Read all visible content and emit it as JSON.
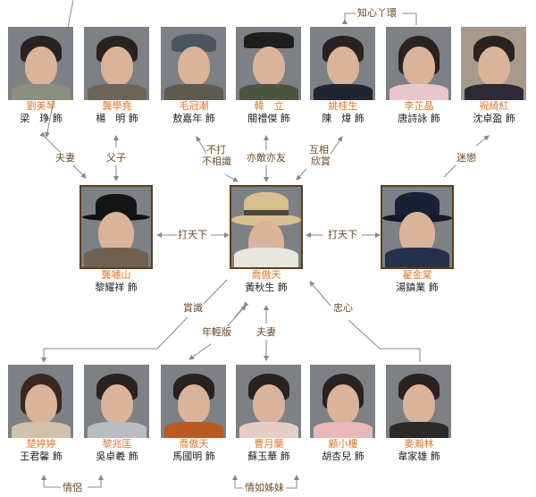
{
  "colors": {
    "role_name": "#e0762a",
    "actor_name": "#222222",
    "relation_label": "#6a4a2a",
    "arrow": "#888888",
    "frame": "#5a3e1b"
  },
  "suffix": "飾",
  "top_row": [
    {
      "role": "劉美琴",
      "actor": "梁　琤 飾"
    },
    {
      "role": "龔學堯",
      "actor": "楊　明 飾"
    },
    {
      "role": "毛冠潮",
      "actor": "敖嘉年 飾"
    },
    {
      "role": "韓　立",
      "actor": "關禮傑 飾"
    },
    {
      "role": "姚桂生",
      "actor": "陳　煒 飾"
    },
    {
      "role": "李芷晶",
      "actor": "唐詩詠 飾"
    },
    {
      "role": "祝綺紅",
      "actor": "沈卓盈 飾"
    }
  ],
  "middle_row": [
    {
      "role": "龔嘯山",
      "actor": "黎耀祥 飾"
    },
    {
      "role": "喬傲天",
      "actor": "黃秋生 飾"
    },
    {
      "role": "翟金棠",
      "actor": "湯鎮業 飾"
    }
  ],
  "bottom_row": [
    {
      "role": "楚婷婷",
      "actor": "王君馨 飾"
    },
    {
      "role": "黎兆匡",
      "actor": "吳卓羲 飾"
    },
    {
      "role": "喬傲天",
      "actor": "馬國明 飾"
    },
    {
      "role": "曹月蘭",
      "actor": "蘇玉華 飾"
    },
    {
      "role": "顧小樓",
      "actor": "胡杏兒 飾"
    },
    {
      "role": "麥瀚林",
      "actor": "韋家雄 飾"
    }
  ],
  "relations": {
    "confidant_maid": "知心丫環",
    "spouse_top": "夫妻",
    "father_son": "父子",
    "not_acquainted_1": "不打",
    "not_acquainted_2": "不相識",
    "frenemy": "亦敵亦友",
    "mutual_1": "互相",
    "mutual_2": "欣賞",
    "infatuation": "迷戀",
    "conquer_left": "打天下",
    "conquer_right": "打天下",
    "appreciate": "賞識",
    "younger_version": "年輕版",
    "spouse_bottom": "夫妻",
    "loyal": "忠心",
    "lovers": "情侶",
    "like_sisters": "情如姊妹"
  }
}
